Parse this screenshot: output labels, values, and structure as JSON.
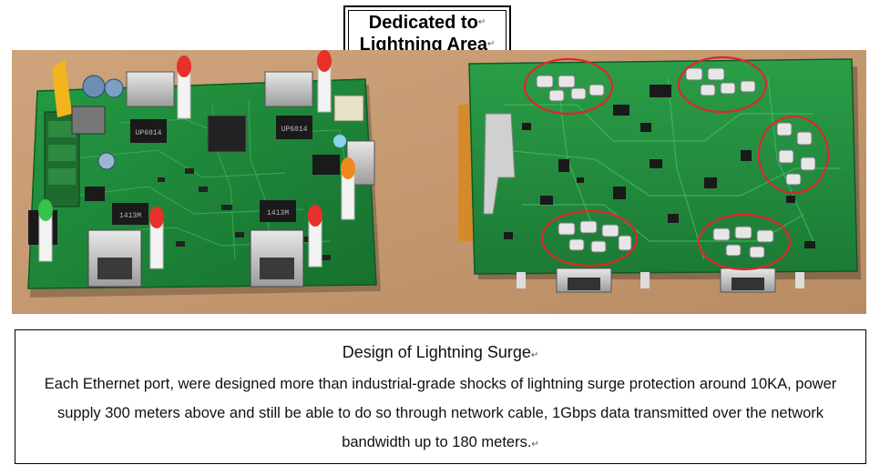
{
  "title": {
    "line1": "Dedicated to",
    "line2": "Lightning Area",
    "para_mark": "↵"
  },
  "photo": {
    "left_board_label1": "UP6014",
    "left_board_label2": "UP6014",
    "left_board_label3": "1413M",
    "left_board_label4": "1413M"
  },
  "caption": {
    "heading": "Design of Lightning Surge",
    "body": "Each Ethernet port, were designed more than industrial-grade shocks of lightning surge protection around 10KA, power supply 300 meters above and still be able to do so through network cable, 1Gbps data transmitted over the network bandwidth up to 180 meters.",
    "para_mark": "↵"
  },
  "colors": {
    "table": "#c49a74",
    "pcb_green": "#1f8a3a",
    "highlight_circle": "#e0262b",
    "led_red": "#e8312a",
    "led_green": "#37c24a",
    "led_orange": "#f08a1c"
  }
}
